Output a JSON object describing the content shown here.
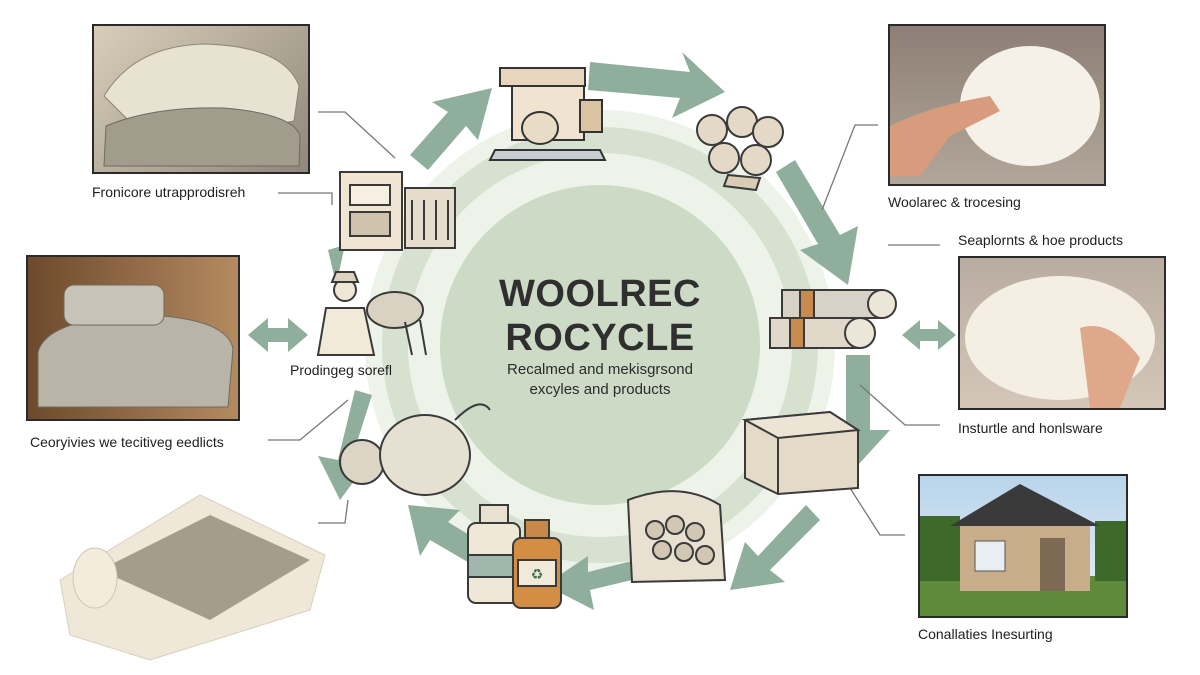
{
  "center": {
    "title_line1": "WOOLREC",
    "title_line2": "ROCYCLE",
    "subtitle_line1": "Recalmed and mekisgrsond",
    "subtitle_line2": "excyles and products"
  },
  "labels": {
    "top_left": "Fronicore utrapprodisreh",
    "mid_left_inner": "Prodingeg sorefl",
    "mid_left": "Ceoryivies we tecitiveg eedlicts",
    "top_right": "Woolarec & trocesing",
    "right_upper": "Seaplornts & hoe products",
    "right_lower": "Insturtle and honlsware",
    "bottom_right": "Conallaties Inesurting"
  },
  "colors": {
    "arrow": "#8fae9c",
    "ring_outer": "#d9e3d2",
    "ring_inner": "#c9d8c3",
    "center_fill": "#cfdcc8"
  }
}
